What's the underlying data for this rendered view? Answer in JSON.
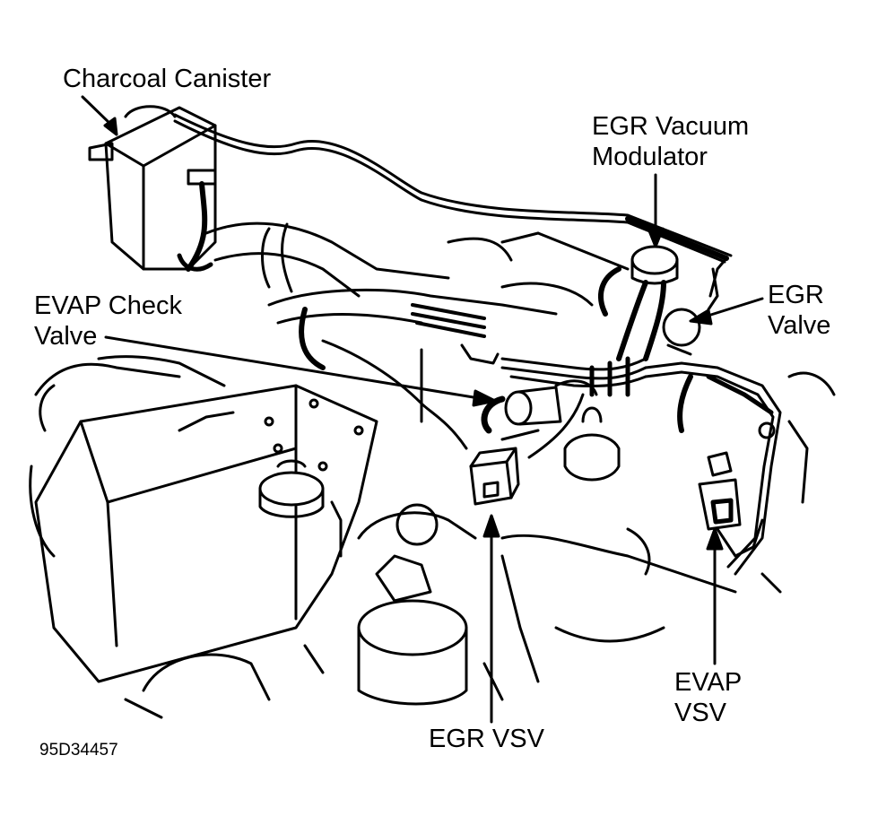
{
  "figure_id": "95D34457",
  "callouts": {
    "charcoal_canister": {
      "text": "Charcoal Canister"
    },
    "egr_vacuum_modulator": {
      "line1": "EGR Vacuum",
      "line2": "Modulator"
    },
    "egr_valve": {
      "line1": "EGR",
      "line2": "Valve"
    },
    "evap_check_valve": {
      "line1": "EVAP Check",
      "line2": "Valve"
    },
    "egr_vsv": {
      "text": "EGR VSV"
    },
    "evap_vsv": {
      "line1": "EVAP",
      "line2": "VSV"
    }
  },
  "colors": {
    "ink": "#000000",
    "paper": "#ffffff"
  }
}
